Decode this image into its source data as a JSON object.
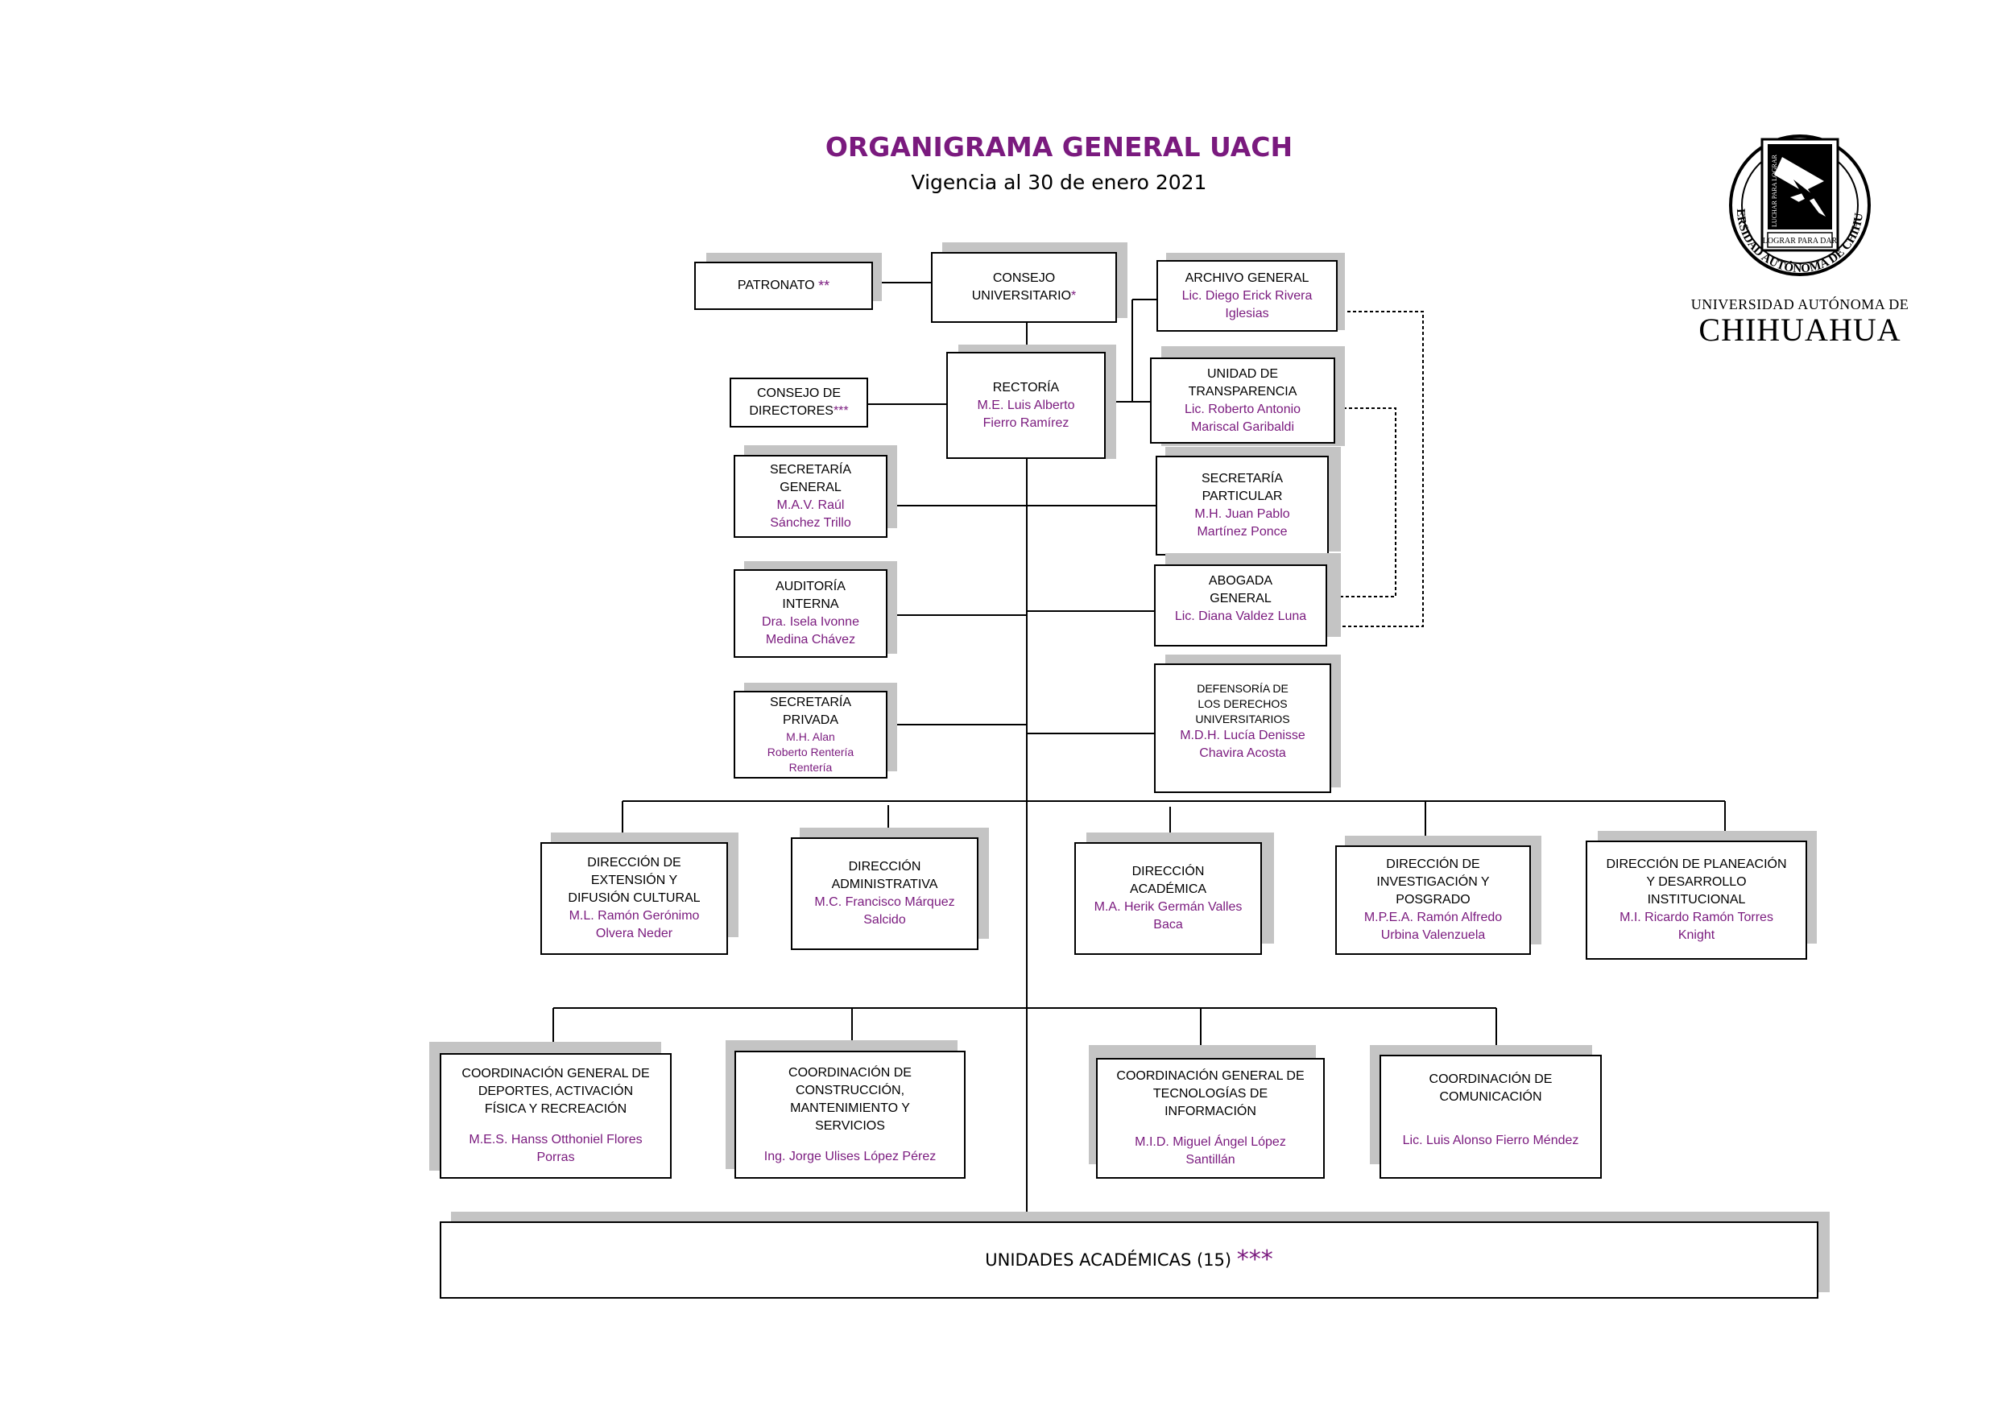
{
  "header": {
    "title": "ORGANIGRAMA GENERAL UACH",
    "subtitle": "Vigencia al 30 de enero 2021"
  },
  "logo": {
    "ring_text": "UNIVERSIDAD AUTÓNOMA DE CHIHUAHUA",
    "book_text": "LUCHAR PARA LOGRAR",
    "banner_text": "LOGRAR PARA DAR",
    "line1": "UNIVERSIDAD AUTÓNOMA DE",
    "line2": "CHIHUAHUA"
  },
  "colors": {
    "title": "#7a1a7e",
    "names": "#7a1a7e",
    "shadow": "#c4c4c4"
  },
  "boxes": {
    "patronato": {
      "title": "PATRONATO",
      "mark": "**"
    },
    "consejo_universitario": {
      "title1": "CONSEJO",
      "title2": "UNIVERSITARIO",
      "mark": "*"
    },
    "consejo_directores": {
      "title1": "CONSEJO DE",
      "title2": "DIRECTORES",
      "mark": "***"
    },
    "rectoria": {
      "title": "RECTORÍA",
      "name1": "M.E. Luis Alberto",
      "name2": "Fierro Ramírez"
    },
    "archivo": {
      "title": "ARCHIVO GENERAL",
      "name1": "Lic. Diego Erick Rivera",
      "name2": "Iglesias"
    },
    "transparencia": {
      "title1": "UNIDAD DE",
      "title2": "TRANSPARENCIA",
      "name1": "Lic. Roberto Antonio",
      "name2": "Mariscal Garibaldi"
    },
    "sec_general": {
      "title1": "SECRETARÍA",
      "title2": "GENERAL",
      "name1": "M.A.V. Raúl",
      "name2": "Sánchez Trillo"
    },
    "sec_particular": {
      "title1": "SECRETARÍA",
      "title2": "PARTICULAR",
      "name1": "M.H. Juan Pablo",
      "name2": "Martínez Ponce"
    },
    "auditoria": {
      "title1": "AUDITORÍA",
      "title2": "INTERNA",
      "name1": "Dra. Isela Ivonne",
      "name2": "Medina Chávez"
    },
    "abogada": {
      "title1": "ABOGADA",
      "title2": "GENERAL",
      "name1": "Lic. Diana Valdez Luna"
    },
    "sec_privada": {
      "title1": "SECRETARÍA",
      "title2": "PRIVADA",
      "name1": "M.H. Alan",
      "name2": "Roberto Rentería",
      "name3": "Rentería"
    },
    "defensoria": {
      "title1": "DEFENSORÍA DE",
      "title2": "LOS DERECHOS",
      "title3": "UNIVERSITARIOS",
      "name1": "M.D.H. Lucía Denisse",
      "name2": "Chavira Acosta"
    },
    "dir_extension": {
      "title1": "DIRECCIÓN DE",
      "title2": "EXTENSIÓN Y",
      "title3": "DIFUSIÓN CULTURAL",
      "name1": "M.L. Ramón Gerónimo",
      "name2": "Olvera Neder"
    },
    "dir_administrativa": {
      "title1": "DIRECCIÓN",
      "title2": "ADMINISTRATIVA",
      "name1": "M.C. Francisco Márquez",
      "name2": "Salcido"
    },
    "dir_academica": {
      "title1": "DIRECCIÓN",
      "title2": "ACADÉMICA",
      "name1": "M.A. Herik Germán Valles",
      "name2": "Baca"
    },
    "dir_investigacion": {
      "title1": "DIRECCIÓN DE",
      "title2": "INVESTIGACIÓN Y",
      "title3": "POSGRADO",
      "name1": "M.P.E.A. Ramón Alfredo",
      "name2": "Urbina Valenzuela"
    },
    "dir_planeacion": {
      "title1": "DIRECCIÓN DE PLANEACIÓN",
      "title2": "Y DESARROLLO",
      "title3": "INSTITUCIONAL",
      "name1": "M.I. Ricardo Ramón Torres",
      "name2": "Knight"
    },
    "coord_deportes": {
      "title1": "COORDINACIÓN GENERAL DE",
      "title2": "DEPORTES, ACTIVACIÓN",
      "title3": "FÍSICA Y RECREACIÓN",
      "name1": "M.E.S. Hanss Otthoniel Flores",
      "name2": "Porras"
    },
    "coord_construccion": {
      "title1": "COORDINACIÓN DE",
      "title2": "CONSTRUCCIÓN,",
      "title3": "MANTENIMIENTO Y",
      "title4": "SERVICIOS",
      "name1": "Ing. Jorge Ulises López Pérez"
    },
    "coord_tecnologias": {
      "title1": "COORDINACIÓN GENERAL DE",
      "title2": "TECNOLOGÍAS DE",
      "title3": "INFORMACIÓN",
      "name1": "M.I.D. Miguel Ángel López",
      "name2": "Santillán"
    },
    "coord_comunicacion": {
      "title1": "COORDINACIÓN DE",
      "title2": "COMUNICACIÓN",
      "name1": "Lic. Luis Alonso Fierro Méndez"
    },
    "unidades": {
      "title": "UNIDADES ACADÉMICAS (15)",
      "mark": "***"
    }
  }
}
